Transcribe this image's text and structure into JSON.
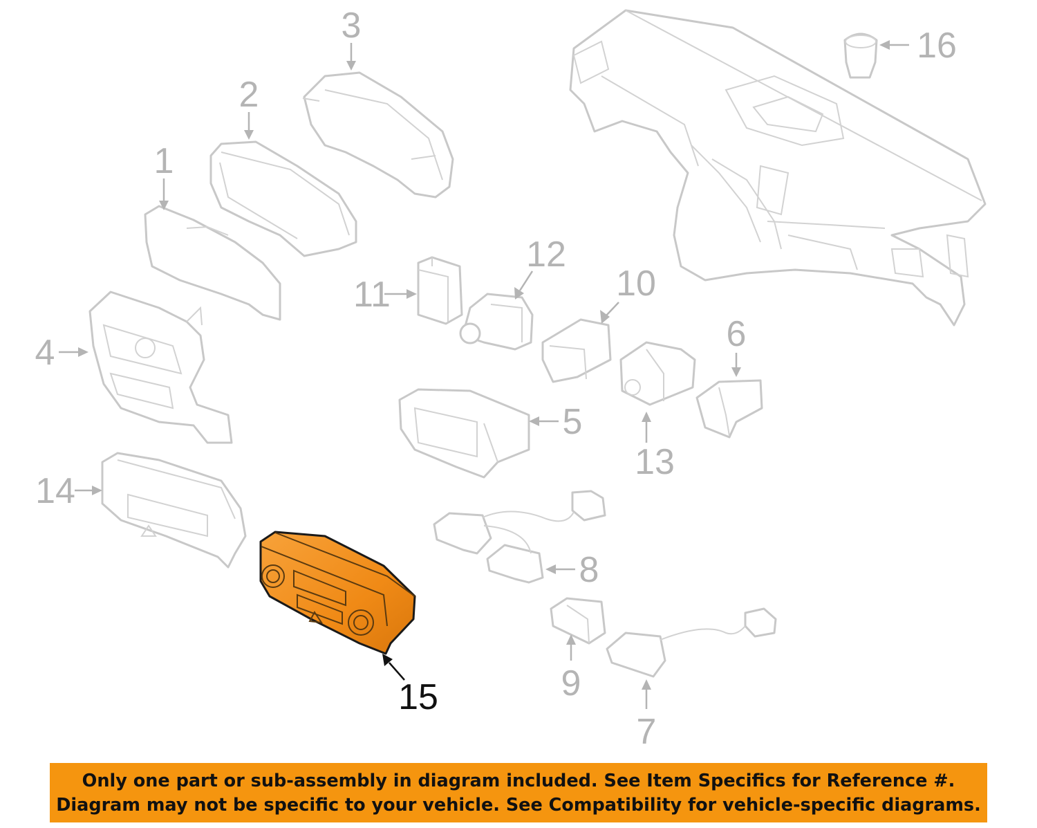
{
  "highlight_color": "#f5950f",
  "highlighted_part": "15",
  "callouts": {
    "c1": "1",
    "c2": "2",
    "c3": "3",
    "c4": "4",
    "c5": "5",
    "c6": "6",
    "c7": "7",
    "c8": "8",
    "c9": "9",
    "c10": "10",
    "c11": "11",
    "c12": "12",
    "c13": "13",
    "c14": "14",
    "c15": "15",
    "c16": "16"
  },
  "disclaimer": {
    "line1": "Only one part or sub-assembly in diagram included. See Item Specifics for Reference #.",
    "line2": "Diagram may not be specific to your vehicle. See Compatibility for vehicle-specific diagrams."
  }
}
